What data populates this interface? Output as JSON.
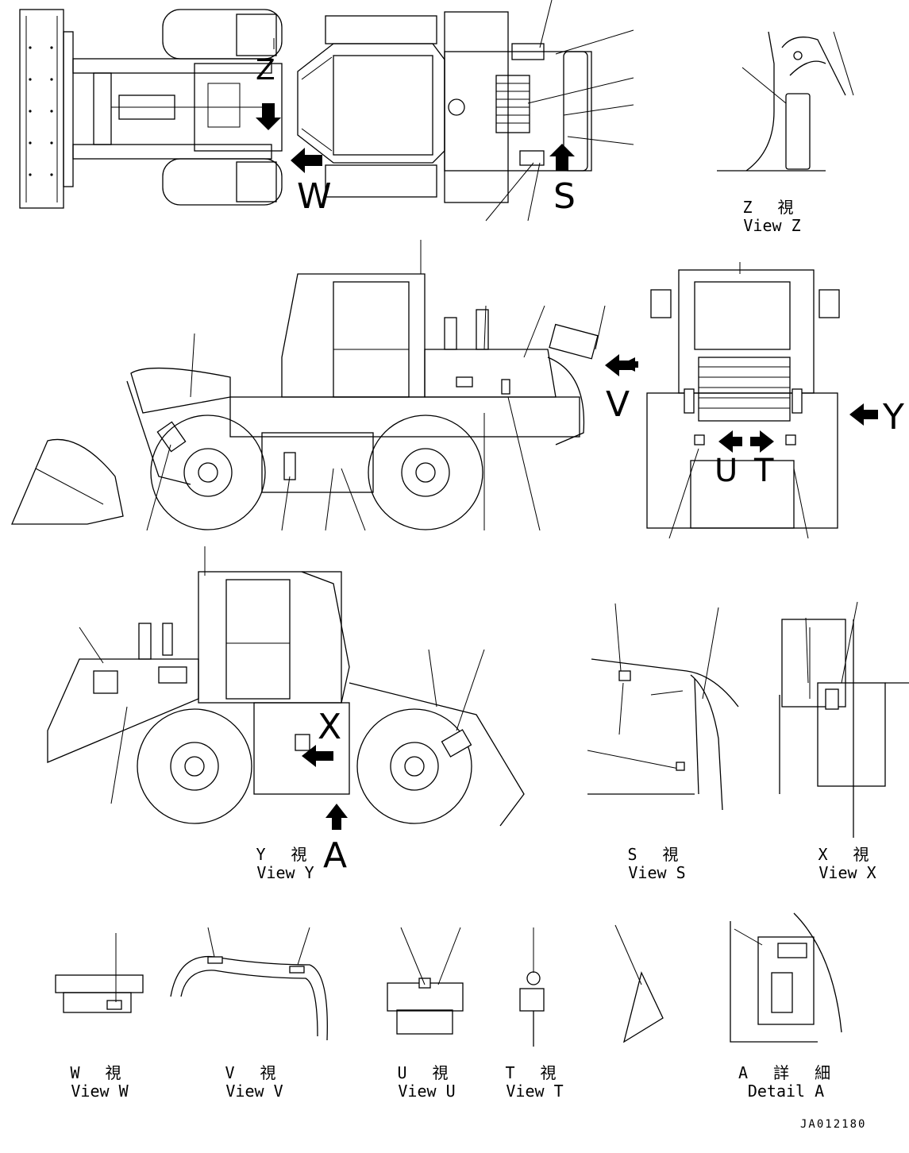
{
  "views": {
    "z": {
      "jp": "Z 視",
      "en": "View Z"
    },
    "y": {
      "jp": "Y 視",
      "en": "View Y"
    },
    "s": {
      "jp": "S 視",
      "en": "View S"
    },
    "x": {
      "jp": "X 視",
      "en": "View X"
    },
    "w": {
      "jp": "W 視",
      "en": "View W"
    },
    "v": {
      "jp": "V 視",
      "en": "View V"
    },
    "u": {
      "jp": "U 視",
      "en": "View U"
    },
    "t": {
      "jp": "T 視",
      "en": "View T"
    },
    "a": {
      "jp": "A 詳 細",
      "en": "Detail A"
    }
  },
  "view_letters": {
    "w": "W",
    "s": "S",
    "z": "Z",
    "v": "V",
    "y": "Y",
    "u": "U",
    "t": "T",
    "x": "X",
    "a": "A"
  },
  "drawing_code": "JA012180"
}
